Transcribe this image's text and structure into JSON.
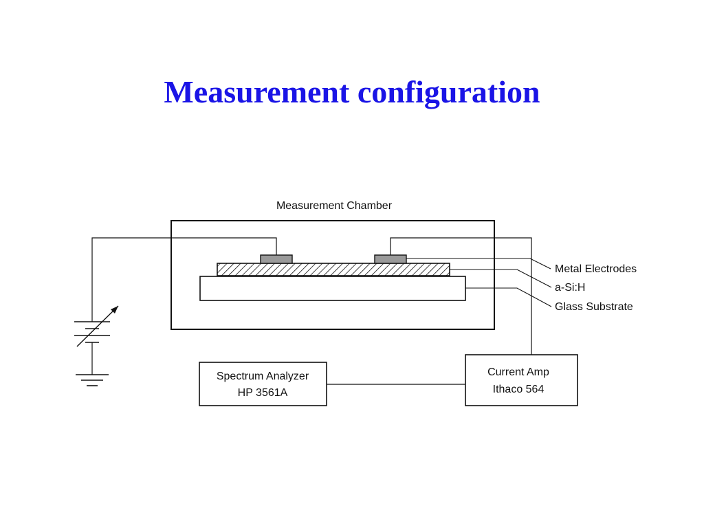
{
  "slide": {
    "title": "Measurement configuration"
  },
  "diagram": {
    "chamber_label": "Measurement Chamber",
    "callouts": {
      "metal_electrodes": "Metal Electrodes",
      "a_si_h": "a-Si:H",
      "glass_substrate": "Glass Substrate"
    },
    "spectrum_analyzer": {
      "line1": "Spectrum Analyzer",
      "line2": "HP 3561A"
    },
    "current_amp": {
      "line1": "Current Amp",
      "line2": "Ithaco 564"
    }
  },
  "colors": {
    "title": "#1a14e6",
    "line": "#111111",
    "electrode": "#9a9a9a"
  }
}
